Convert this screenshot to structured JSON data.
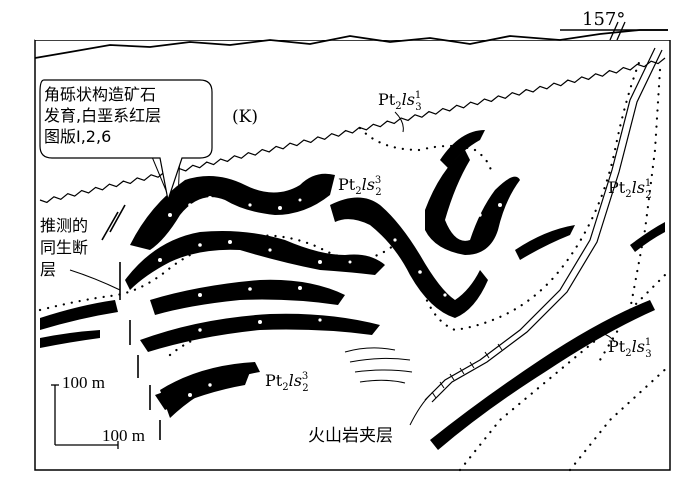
{
  "orientation": {
    "azimuth": "157°"
  },
  "callout": {
    "line1": "角砾状构造矿石",
    "line2": "发育,白垩系红层",
    "line3": "图版Ⅰ,2,6"
  },
  "fault_label": {
    "line1": "推测的",
    "line2": "同生断",
    "line3": "层"
  },
  "cretaceous_label": "(K)",
  "volcanic_label": "火山岩夹层",
  "formation_labels": {
    "pt2ls3_1_top": {
      "base": "Pt",
      "sub1": "2",
      "mid": "ls",
      "sup": "1",
      "sub2": "3"
    },
    "pt2ls2_3_upper": {
      "base": "Pt",
      "sub1": "2",
      "mid": "ls",
      "sup": "3",
      "sub2": "2"
    },
    "pt2ls2_1_right": {
      "base": "Pt",
      "sub1": "2",
      "mid": "ls",
      "sup": "1",
      "sub2": "2"
    },
    "pt2ls3_1_bottom": {
      "base": "Pt",
      "sub1": "2",
      "mid": "ls",
      "sup": "1",
      "sub2": "3"
    },
    "pt2ls2_3_lower": {
      "base": "Pt",
      "sub1": "2",
      "mid": "ls",
      "sup": "3",
      "sub2": "2"
    }
  },
  "scale": {
    "vertical": "100 m",
    "horizontal": "100 m"
  }
}
